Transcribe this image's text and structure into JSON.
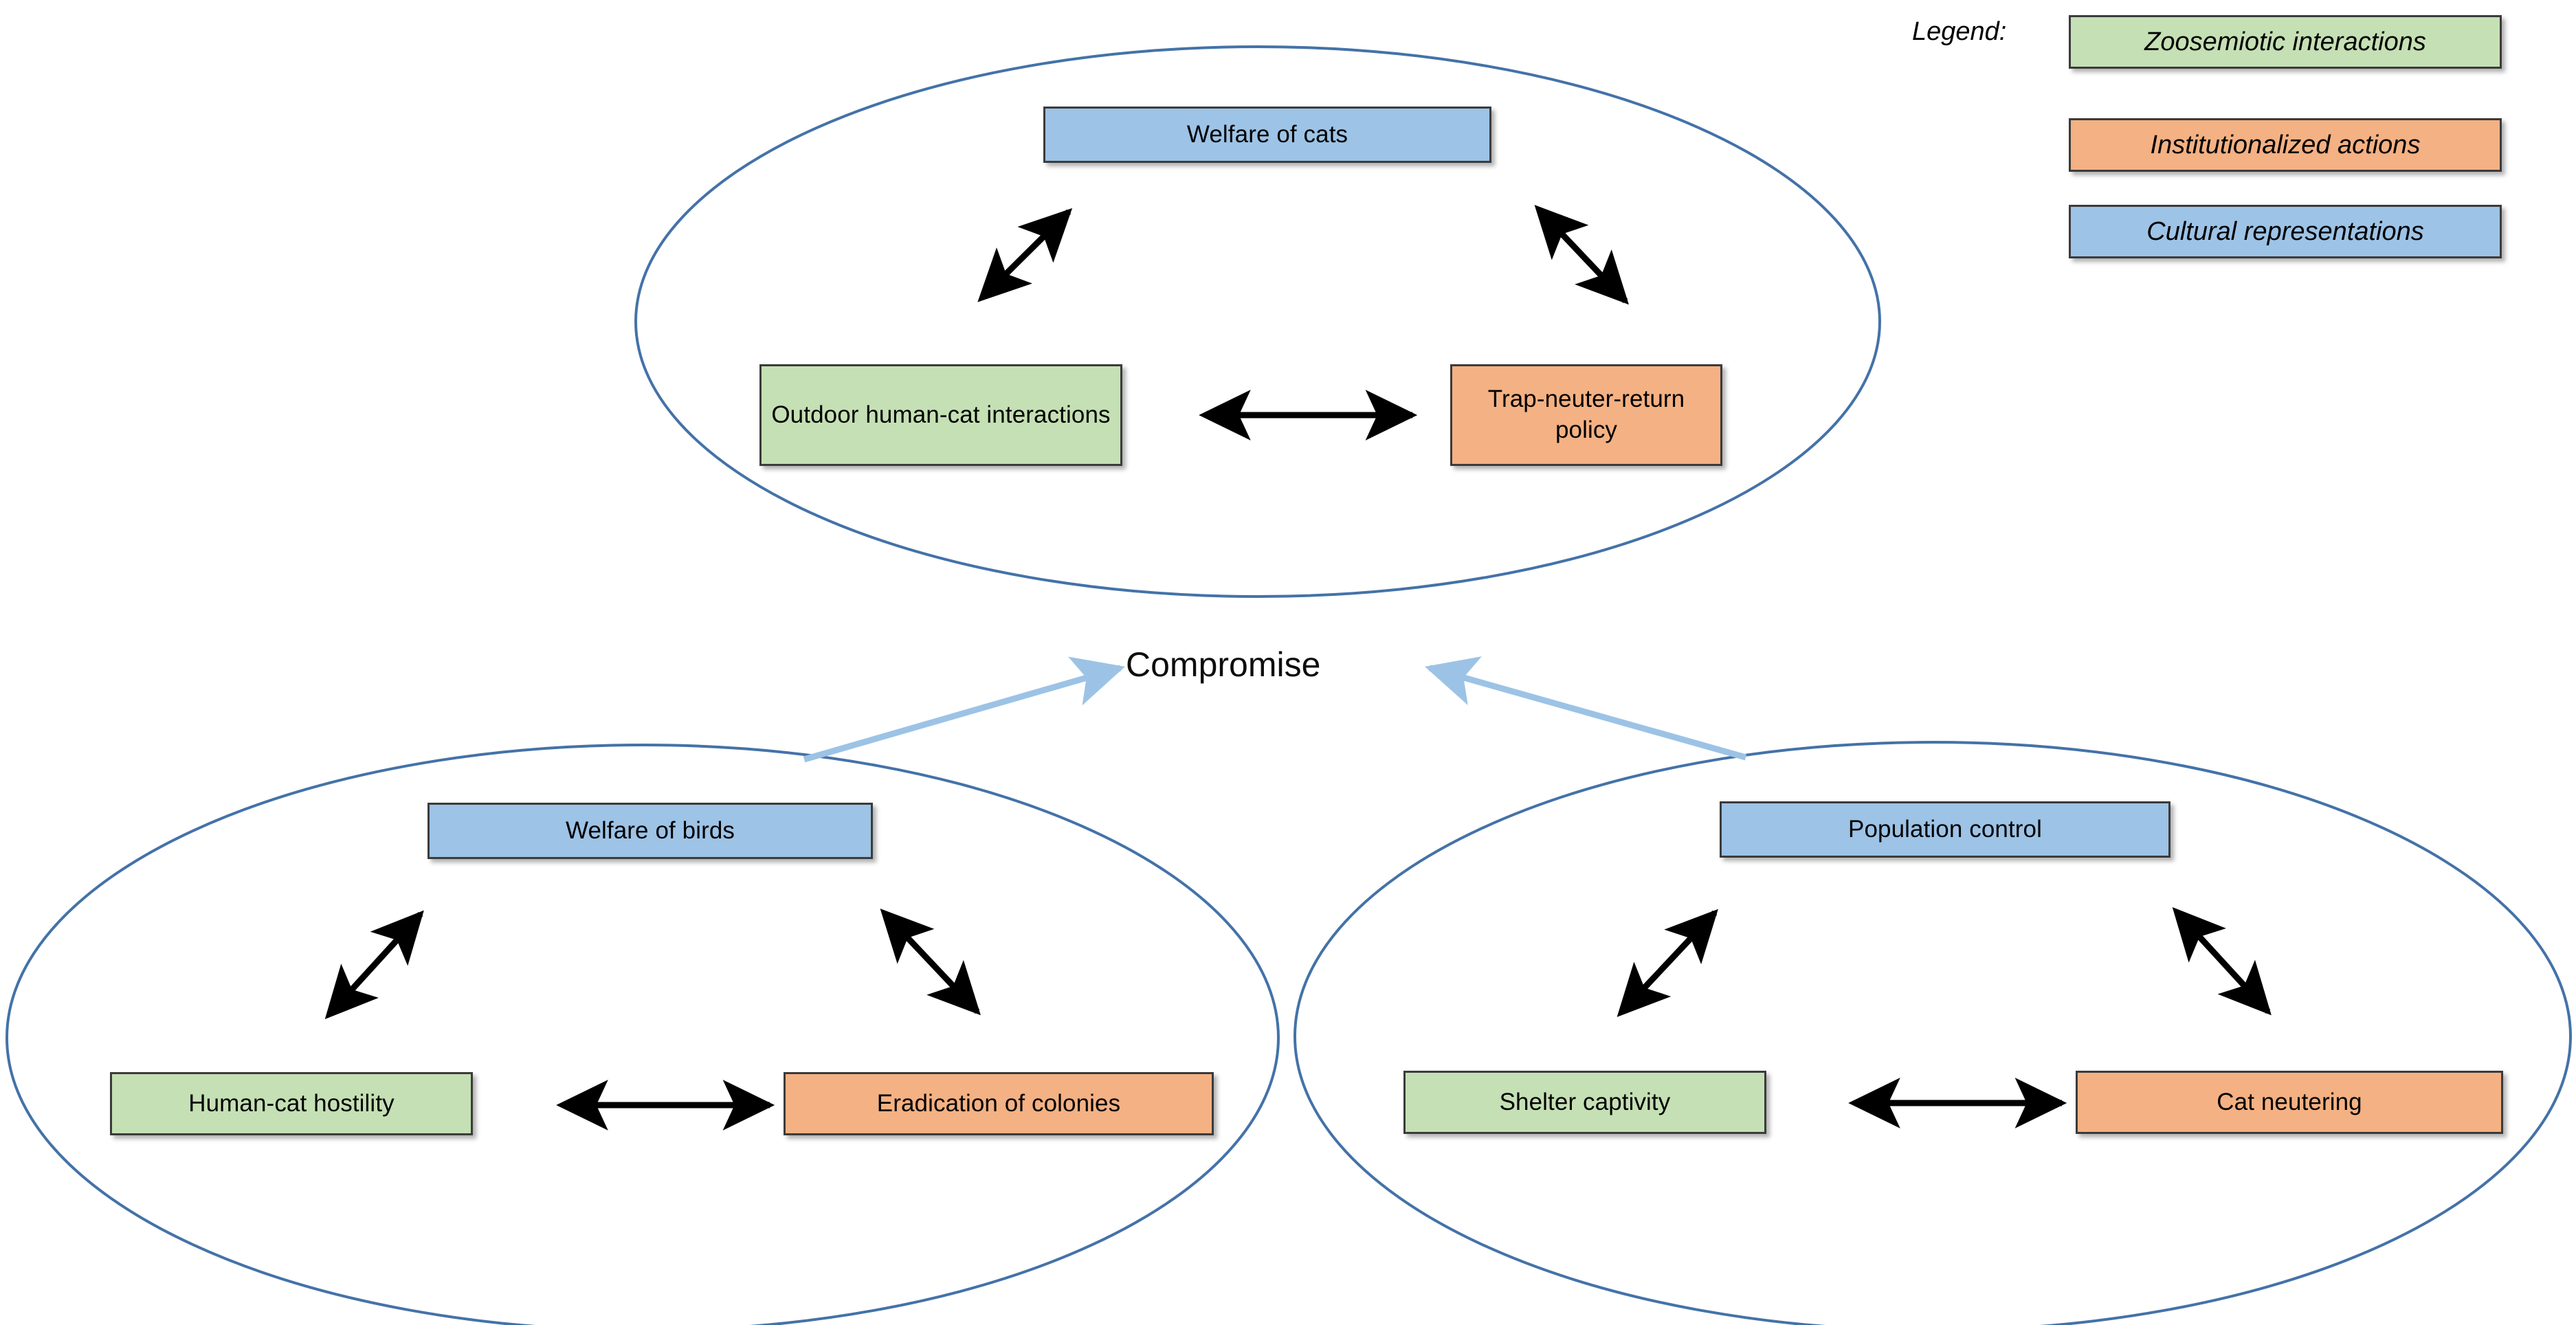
{
  "diagram": {
    "center_label": "Compromise",
    "groups": [
      {
        "id": "welfare-of-cats-group",
        "nodes": {
          "top": {
            "label": "Welfare of cats",
            "category": "Cultural representations",
            "color": "#9DC3E6"
          },
          "left": {
            "label": "Outdoor human-cat interactions",
            "category": "Zoosemiotic interactions",
            "color": "#C5E0B4"
          },
          "right": {
            "label": "Trap-neuter-return policy",
            "category": "Institutionalized actions",
            "color": "#F4B183"
          }
        }
      },
      {
        "id": "welfare-of-birds-group",
        "nodes": {
          "top": {
            "label": "Welfare of birds",
            "category": "Cultural representations",
            "color": "#9DC3E6"
          },
          "left": {
            "label": "Human-cat hostility",
            "category": "Zoosemiotic interactions",
            "color": "#C5E0B4"
          },
          "right": {
            "label": "Eradication of colonies",
            "category": "Institutionalized actions",
            "color": "#F4B183"
          }
        }
      },
      {
        "id": "population-control-group",
        "nodes": {
          "top": {
            "label": "Population control",
            "category": "Cultural representations",
            "color": "#9DC3E6"
          },
          "left": {
            "label": "Shelter captivity",
            "category": "Zoosemiotic interactions",
            "color": "#C5E0B4"
          },
          "right": {
            "label": "Cat neutering",
            "category": "Institutionalized actions",
            "color": "#F4B183"
          }
        }
      }
    ]
  },
  "legend": {
    "title": "Legend:",
    "items": [
      {
        "label": "Zoosemiotic interactions",
        "color": "#C5E0B4"
      },
      {
        "label": "Institutionalized actions",
        "color": "#F4B183"
      },
      {
        "label": "Cultural representations",
        "color": "#9DC3E6"
      }
    ]
  },
  "style": {
    "ellipse_stroke": "#4472A8",
    "arrow_black": "#000000",
    "arrow_light_blue": "#9CC3E5"
  }
}
